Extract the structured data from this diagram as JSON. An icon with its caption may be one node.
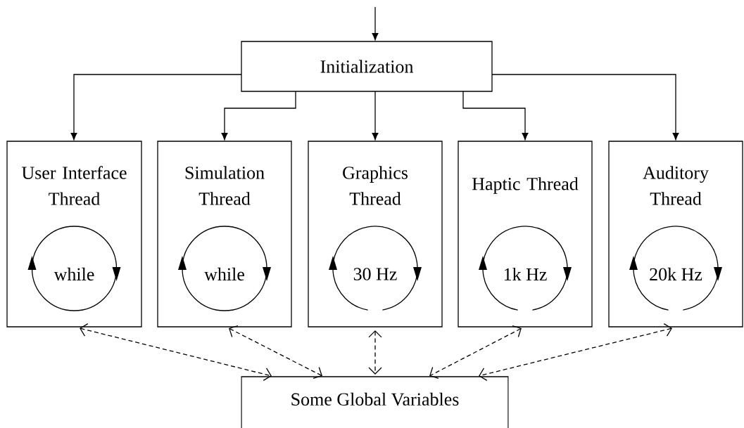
{
  "diagram": {
    "nodes": [
      {
        "text": [
          "Initialization"
        ]
      },
      {
        "text": [
          "User Interface Thread"
        ]
      },
      {
        "text": [
          "Simulation Thread"
        ]
      },
      {
        "text": [
          "Graphics Thread"
        ]
      },
      {
        "text": [
          "Haptic Thread"
        ]
      },
      {
        "text": [
          "Auditory Thread"
        ]
      },
      {
        "text": [
          "while"
        ],
        "in": 1
      },
      {
        "text": [
          "while"
        ],
        "in": 2
      },
      {
        "text": [
          "30 Hz"
        ],
        "in": 3
      },
      {
        "text": [
          "1k Hz"
        ],
        "in": 4
      },
      {
        "text": [
          "20k Hz"
        ],
        "in": 5
      },
      {
        "text": [
          "Some Global Variables"
        ]
      }
    ],
    "edges": [
      {
        "from": null,
        "to": 0,
        "arrow": "to"
      },
      {
        "from": 0,
        "to": 1,
        "arrow": "to"
      },
      {
        "from": 0,
        "to": 2,
        "arrow": "to"
      },
      {
        "from": 0,
        "to": 3,
        "arrow": "to"
      },
      {
        "from": 0,
        "to": 4,
        "arrow": "to"
      },
      {
        "from": 0,
        "to": 5,
        "arrow": "to"
      },
      {
        "from": 1,
        "to": 11,
        "arrow": "both",
        "style": "dashed"
      },
      {
        "from": 2,
        "to": 11,
        "arrow": "both",
        "style": "dashed"
      },
      {
        "from": 3,
        "to": 11,
        "arrow": "both",
        "style": "dashed"
      },
      {
        "from": 4,
        "to": 11,
        "arrow": "both",
        "style": "dashed"
      },
      {
        "from": 5,
        "to": 11,
        "arrow": "both",
        "style": "dashed"
      }
    ]
  }
}
